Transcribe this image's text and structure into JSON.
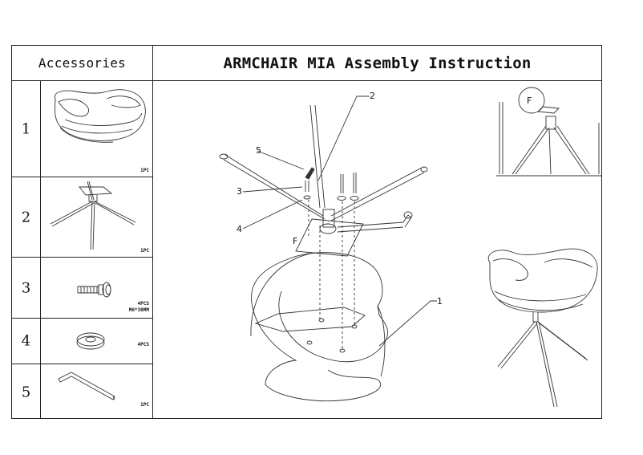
{
  "header": {
    "accessories_label": "Accessories",
    "title": "ARMCHAIR MIA  Assembly Instruction"
  },
  "parts": [
    {
      "number": "1",
      "name": "seat-shell",
      "qty": "1PC",
      "size": ""
    },
    {
      "number": "2",
      "name": "swivel-base",
      "qty": "1PC",
      "size": ""
    },
    {
      "number": "3",
      "name": "bolt",
      "qty": "4PCS",
      "size": "M6*30MM"
    },
    {
      "number": "4",
      "name": "washer",
      "qty": "4PCS",
      "size": ""
    },
    {
      "number": "5",
      "name": "allen-key",
      "qty": "1PC",
      "size": ""
    }
  ],
  "diagram": {
    "callouts": [
      "1",
      "2",
      "3",
      "4",
      "5"
    ],
    "plate_label": "F",
    "detail_label": "F"
  }
}
